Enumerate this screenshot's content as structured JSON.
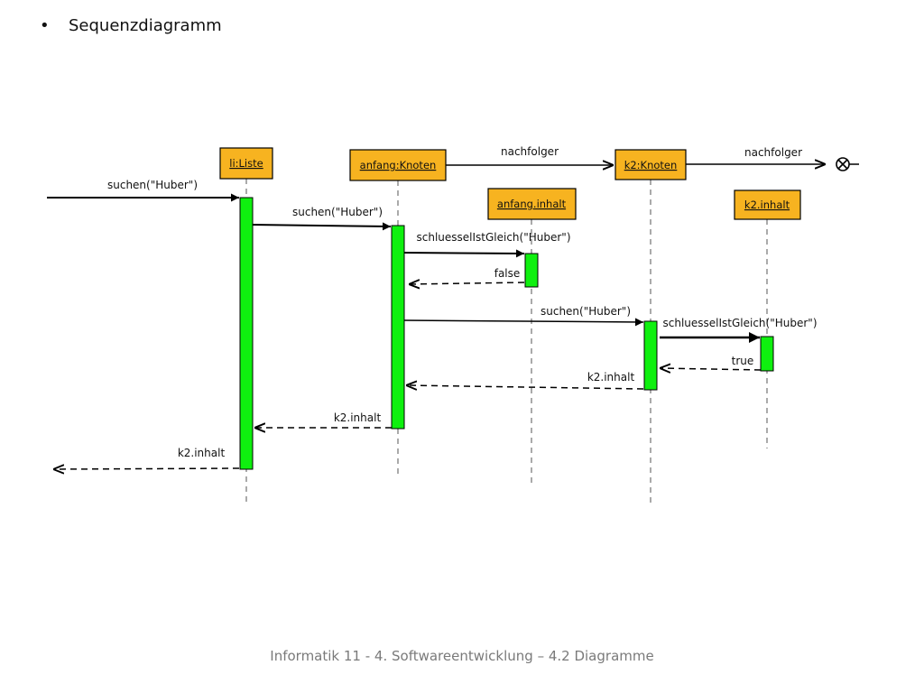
{
  "slide": {
    "bullet": "•",
    "title": "Sequenzdiagramm",
    "footer": "Informatik 11 - 4. Softwareentwicklung – 4.2 Diagramme"
  },
  "colors": {
    "object_fill": "#f7b320",
    "activation_fill": "#0ff00f",
    "line": "#000000",
    "lifeline": "#555555"
  },
  "objects": {
    "li": "li:Liste",
    "anfang": "anfang:Knoten",
    "k2": "k2:Knoten",
    "anfang_inhalt": "anfang.inhalt",
    "k2_inhalt": "k2.inhalt"
  },
  "links": {
    "nachfolger_1": "nachfolger",
    "nachfolger_2": "nachfolger"
  },
  "messages": {
    "m1": "suchen(\"Huber\")",
    "m2": "suchen(\"Huber\")",
    "m3": "schluesselIstGleich(\"Huber\")",
    "r3": "false",
    "m4": "suchen(\"Huber\")",
    "m5": "schluesselIstGleich(\"Huber\")",
    "r5": "true",
    "r4": "k2.inhalt",
    "r2": "k2.inhalt",
    "r1": "k2.inhalt"
  },
  "icons": {
    "null_end": "circle-x-icon"
  }
}
